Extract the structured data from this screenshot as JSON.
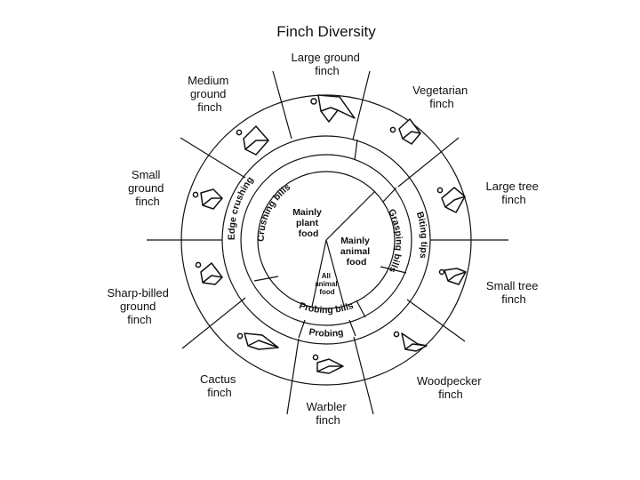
{
  "title": "Finch Diversity",
  "outer_labels": [
    [
      "Large ground",
      "finch"
    ],
    [
      "Vegetarian",
      "finch"
    ],
    [
      "Large tree",
      "finch"
    ],
    [
      "Small tree",
      "finch"
    ],
    [
      "Woodpecker",
      "finch"
    ],
    [
      "Warbler",
      "finch"
    ],
    [
      "Cactus",
      "finch"
    ],
    [
      "Sharp-billed",
      "ground",
      "finch"
    ],
    [
      "Small",
      "ground",
      "finch"
    ],
    [
      "Medium",
      "ground",
      "finch"
    ]
  ],
  "middle_ring": {
    "edge_crushing": "Edge crushing",
    "biting_tips": "Biting tips",
    "probing": "Probing"
  },
  "inner_ring": {
    "crushing_bills": "Crushing bills",
    "grasping_bills": "Grasping bills",
    "probing_bills": "Probing bills"
  },
  "center": {
    "plant": [
      "Mainly",
      "plant",
      "food"
    ],
    "animal": [
      "Mainly",
      "animal",
      "food"
    ],
    "all_animal": [
      "All",
      "animal",
      "food"
    ]
  }
}
